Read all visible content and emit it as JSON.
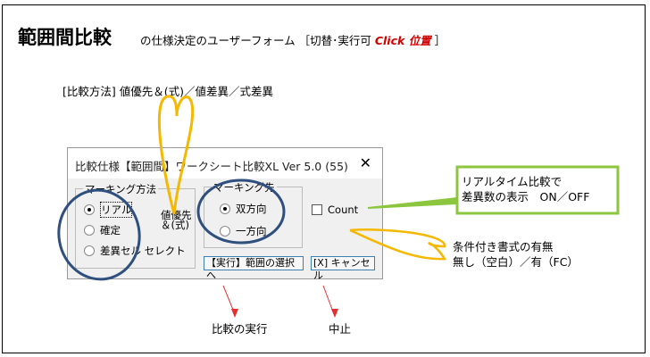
{
  "header": {
    "title": "範囲間比較",
    "subtitle": "の仕様決定のユーザーフォーム ［切替･実行可",
    "click_label": "Click 位置",
    "bracket_close": "］"
  },
  "method_text": "[比較方法] 値優先＆(式)／値差異／式差異",
  "dialog": {
    "title": "比較仕様【範囲間】ワークシート比較XL Ver 5.0 (55)",
    "close": "✕",
    "marking_method": {
      "label": "マーキング方法",
      "options": [
        "リアル",
        "確定",
        "差異セル セレクト"
      ],
      "selected": 0
    },
    "value_priority": [
      "値優先",
      "＆(式)"
    ],
    "marking_target": {
      "label": "マーキング先",
      "options": [
        "双方向",
        "一方向"
      ],
      "selected": 0
    },
    "count_label": "Count",
    "count_checked": false,
    "execute_button": "【実行】範囲の選択へ",
    "cancel_button": "[X] キャンセル"
  },
  "annotations": {
    "count_note": [
      "リアルタイム比較で",
      "差異数の表示　ON／OFF"
    ],
    "fc_note": [
      "条件付き書式の有無",
      "無し（空白）／有（FC）"
    ],
    "execute_note": "比較の実行",
    "cancel_note": "中止"
  },
  "colors": {
    "click": "#d00000",
    "yellow": "#f5b800",
    "blue": "#2f4f7f",
    "green": "#8cc63f",
    "red": "#e03030"
  }
}
